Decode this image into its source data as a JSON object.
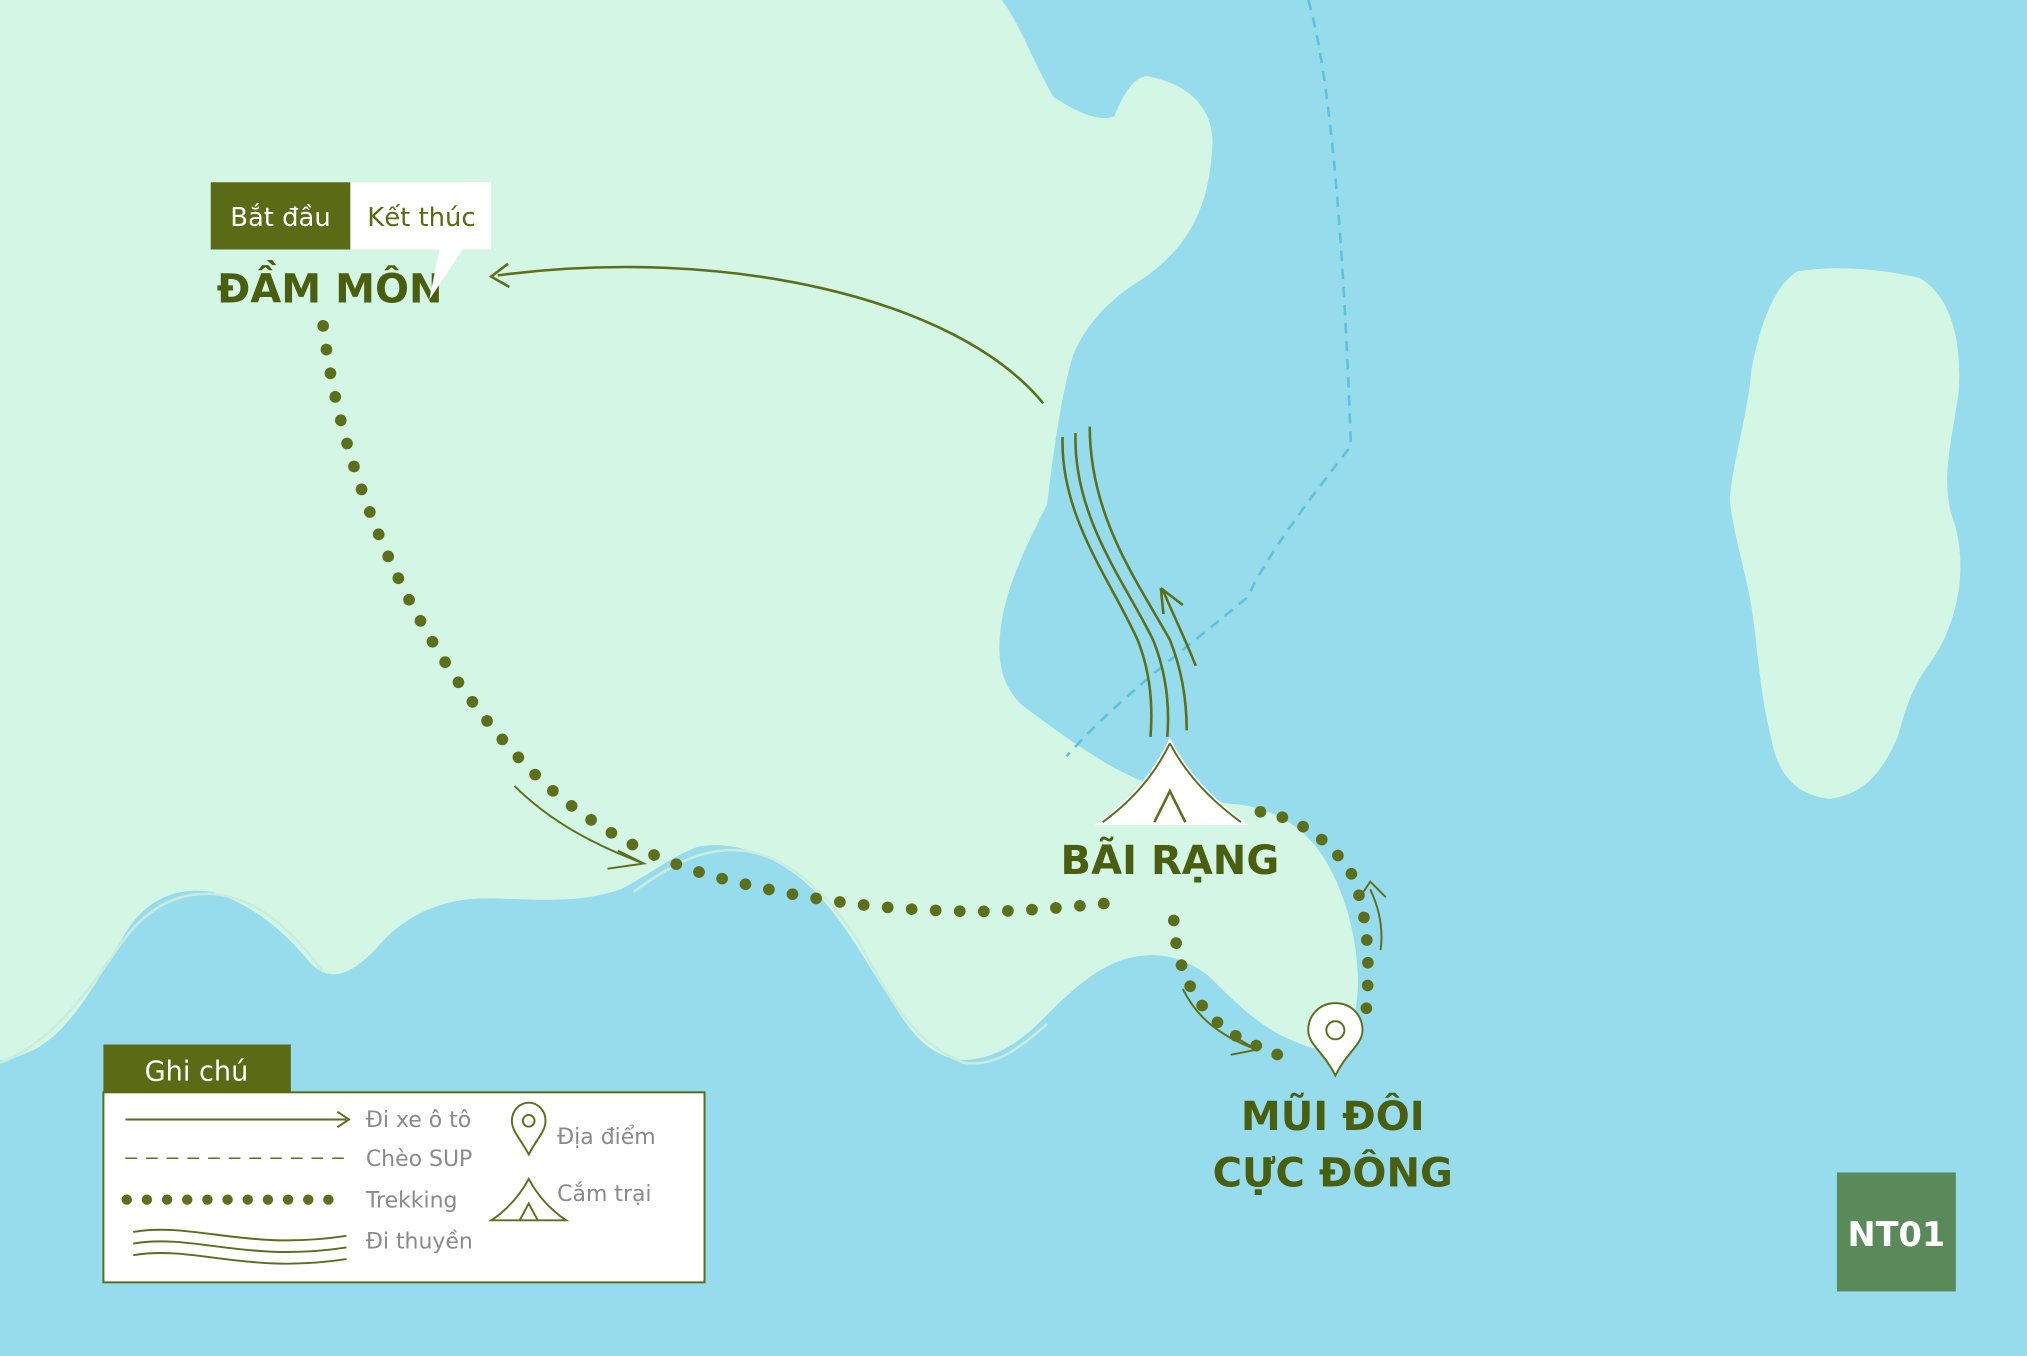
{
  "colors": {
    "sea": "#96dced",
    "land": "#d4f6e4",
    "route": "#5d6f1a",
    "label": "#4a5e10",
    "tag_dark": "#5b6a14",
    "badge": "#5a8a5a",
    "legend_text": "#8a8a8a"
  },
  "places": {
    "dam_mon": "ĐẦM MÔN",
    "bai_rang": "BÃI RẠNG",
    "mui_doi_line1": "MŨI ĐÔI",
    "mui_doi_line2": "CỰC ĐÔNG"
  },
  "start_end": {
    "start": "Bắt đầu",
    "end": "Kết thúc"
  },
  "legend": {
    "title": "Ghi chú",
    "car": "Đi xe ô tô",
    "sup": "Chèo SUP",
    "trekking": "Trekking",
    "boat": "Đi thuyền",
    "location": "Địa điểm",
    "camping": "Cắm trại"
  },
  "route_code": "NT01",
  "icons": [
    "tent-icon",
    "location-pin-icon",
    "arrow-icon"
  ]
}
